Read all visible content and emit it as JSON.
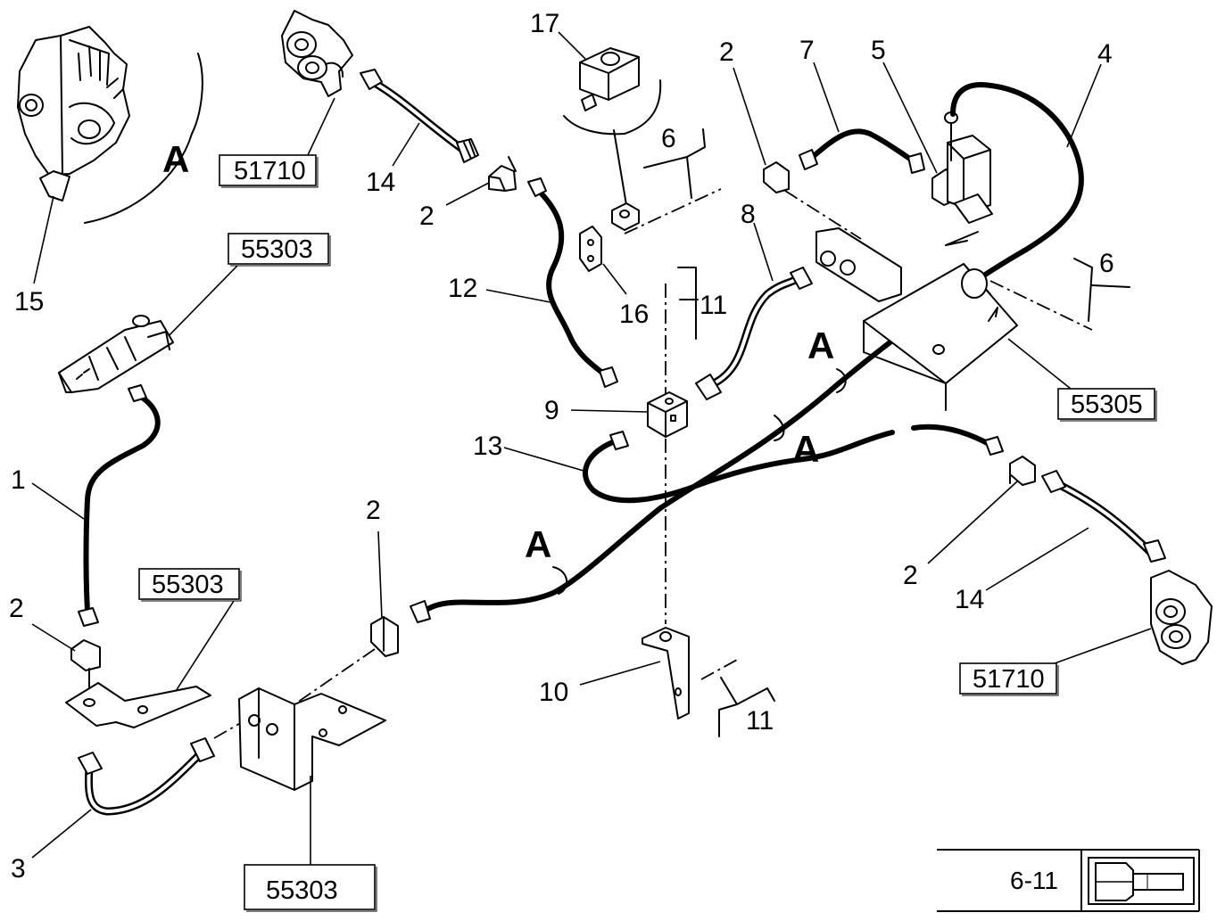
{
  "callouts": {
    "c1": "1",
    "c2a": "2",
    "c2b": "2",
    "c2c": "2",
    "c2d": "2",
    "c2e": "2",
    "c3": "3",
    "c4": "4",
    "c5": "5",
    "c6a": "6",
    "c6b": "6",
    "c7": "7",
    "c8": "8",
    "c9": "9",
    "c10": "10",
    "c11a": "11",
    "c11b": "11",
    "c12": "12",
    "c13": "13",
    "c14a": "14",
    "c14b": "14",
    "c15": "15",
    "c16": "16",
    "c17": "17"
  },
  "reference_boxes": {
    "r51710_top": "51710",
    "r51710_right": "51710",
    "r55303_top": "55303",
    "r55303_mid": "55303",
    "r55303_bottom": "55303",
    "r55305": "55305"
  },
  "view_letters": {
    "a1": "A",
    "a2": "A",
    "a3": "A",
    "a4": "A"
  },
  "footer": {
    "page_ref": "6-11",
    "icon": "bolt-icon"
  }
}
